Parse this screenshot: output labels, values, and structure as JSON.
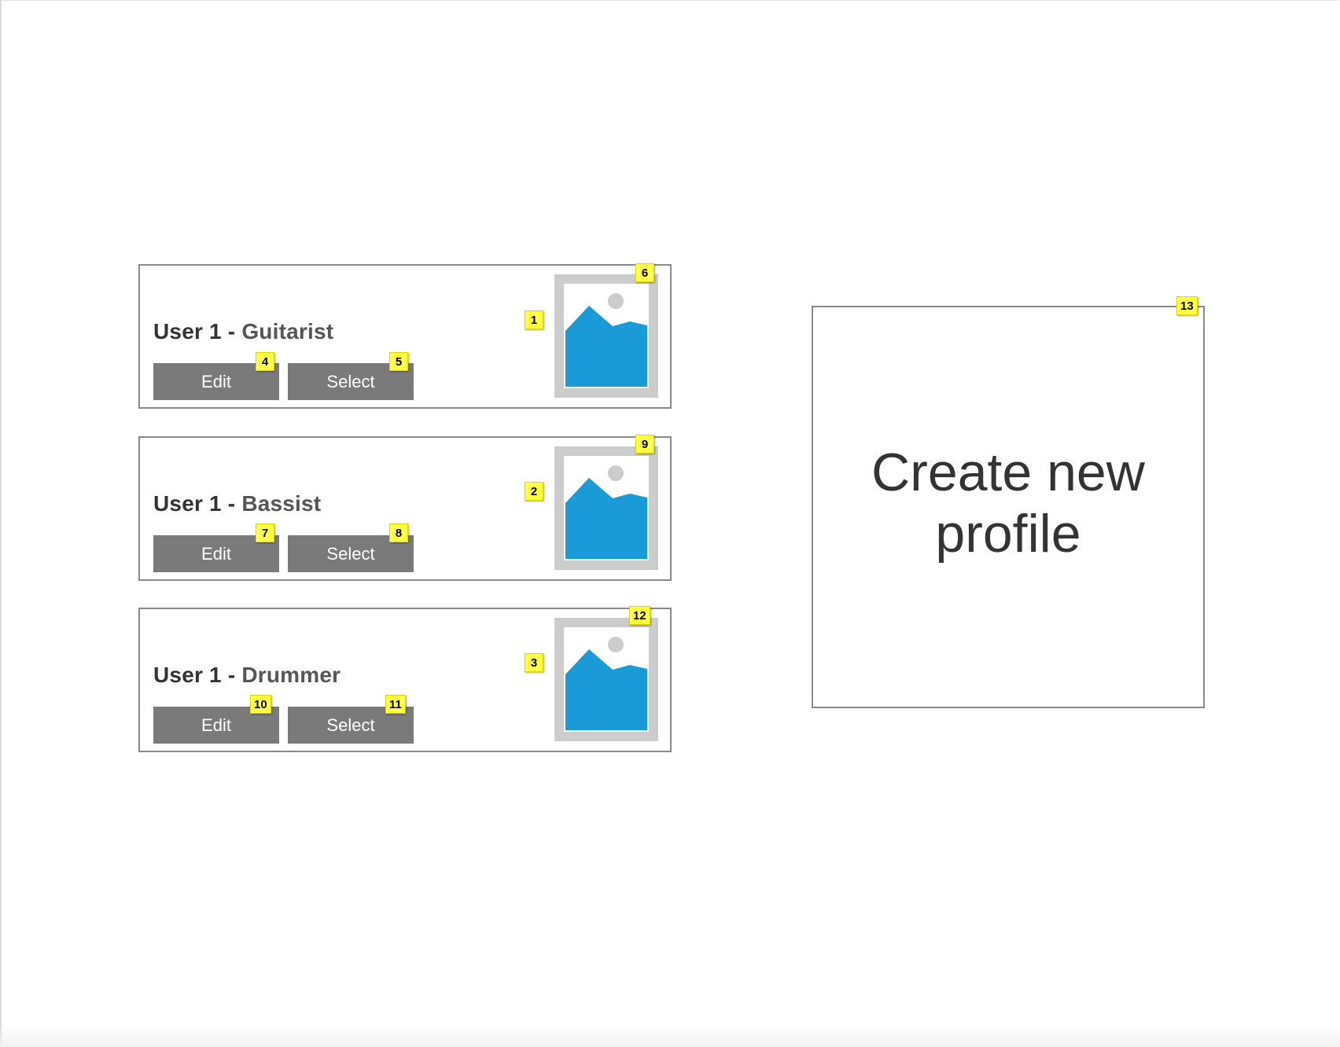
{
  "profiles": [
    {
      "user": "User 1",
      "separator": " - ",
      "role": "Guitarist",
      "edit_label": "Edit",
      "select_label": "Select",
      "avatar_badge": "6",
      "edit_badge": "4",
      "select_badge": "5",
      "row_badge": "1"
    },
    {
      "user": "User 1",
      "separator": " - ",
      "role": "Bassist",
      "edit_label": "Edit",
      "select_label": "Select",
      "avatar_badge": "9",
      "edit_badge": "7",
      "select_badge": "8",
      "row_badge": "2"
    },
    {
      "user": "User 1",
      "separator": " - ",
      "role": "Drummer",
      "edit_label": "Edit",
      "select_label": "Select",
      "avatar_badge": "12",
      "edit_badge": "10",
      "select_badge": "11",
      "row_badge": "3"
    }
  ],
  "create_profile": {
    "label_line1": "Create new",
    "label_line2": "profile",
    "badge": "13"
  },
  "icons": {
    "avatar": "image-placeholder-icon"
  },
  "colors": {
    "button_bg": "#7a7a7a",
    "badge_bg": "#ffff44",
    "image_blue": "#1a9ad6",
    "image_frame": "#cccccc"
  }
}
